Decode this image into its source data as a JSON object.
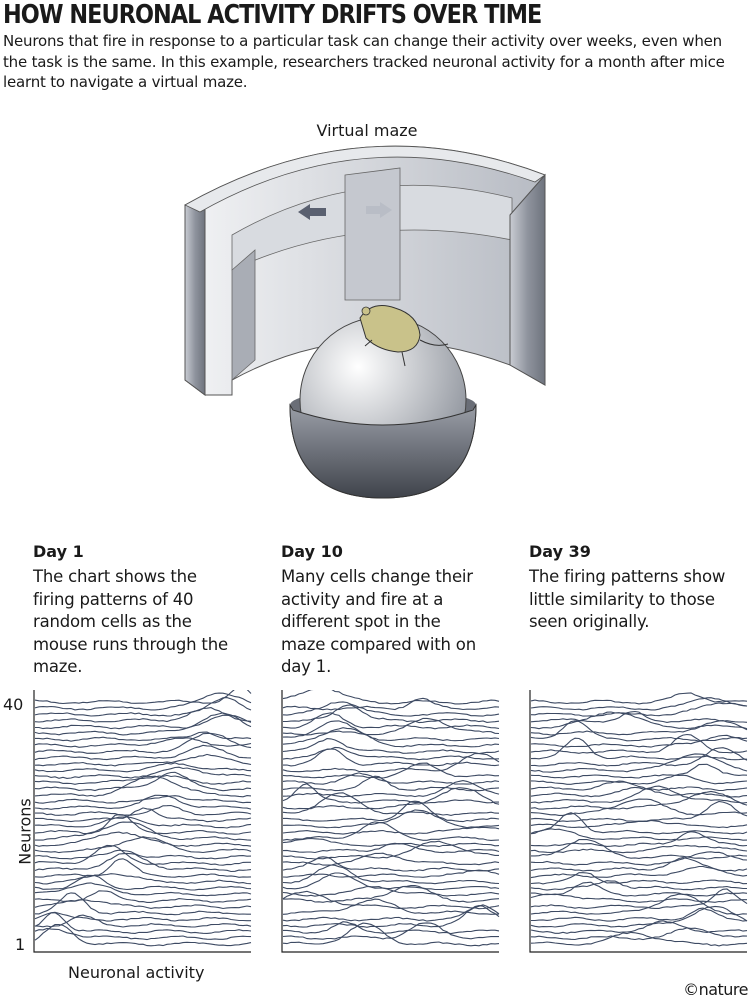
{
  "title": "HOW NEURONAL ACTIVITY DRIFTS OVER TIME",
  "subtitle": "Neurons that fire in response to a particular task can change their activity over weeks, even when the task is the same. In this example, researchers tracked neuronal activity for a month after mice learnt to navigate a virtual maze.",
  "illustration": {
    "label": "Virtual maze",
    "icons": [
      "maze-wall",
      "ball-treadmill",
      "mouse",
      "left-arrow",
      "right-arrow"
    ]
  },
  "panels": [
    {
      "title": "Day 1",
      "description": "The chart shows the firing patterns of 40 random cells as the mouse runs through the maze."
    },
    {
      "title": "Day 10",
      "description": "Many cells change their activity and fire at a different spot in the maze compared with on day 1."
    },
    {
      "title": "Day 39",
      "description": "The firing patterns show little similarity to those seen originally."
    }
  ],
  "chart_data": {
    "type": "line",
    "ylabel": "Neurons",
    "xlabel": "Neuronal activity",
    "y_ticks": [
      "1",
      "40"
    ],
    "neuron_count": 40,
    "panels": [
      "Day 1",
      "Day 10",
      "Day 39"
    ]
  },
  "credit": "©nature",
  "colors": {
    "text": "#1a1a1a",
    "trace": "#3d4a63"
  }
}
